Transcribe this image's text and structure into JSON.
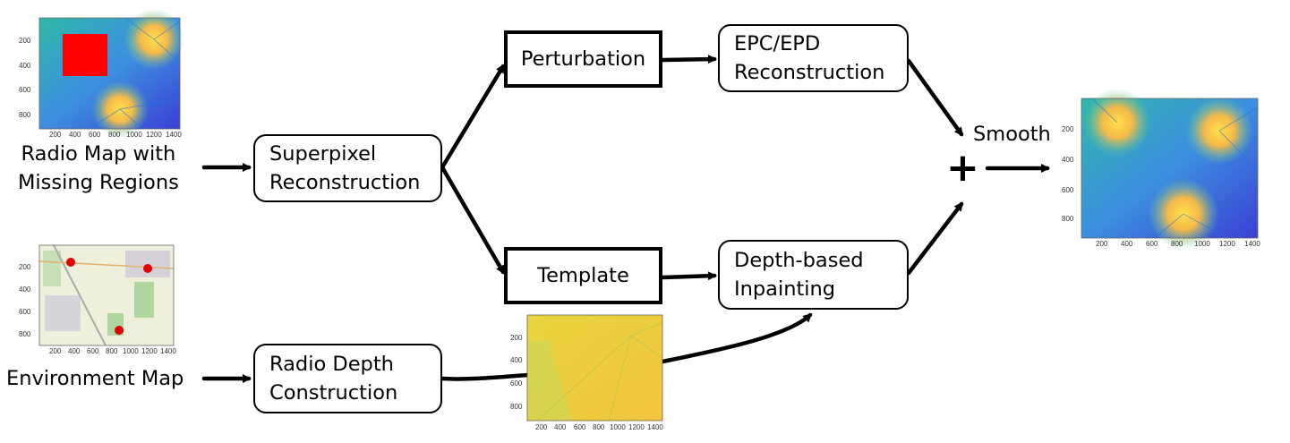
{
  "inputs": {
    "radio_map_label": "Radio Map with\nMissing Regions",
    "environment_map_label": "Environment Map"
  },
  "nodes": {
    "superpixel": "Superpixel\nReconstruction",
    "perturbation": "Perturbation",
    "epc_epd": "EPC/EPD\nReconstruction",
    "template": "Template",
    "depth_inpainting": "Depth-based\nInpainting",
    "radio_depth": "Radio Depth\nConstruction"
  },
  "merge": {
    "smooth_label": "Smooth",
    "plus_symbol": "+"
  },
  "plot_ticks": {
    "x": [
      "200",
      "400",
      "600",
      "800",
      "1000",
      "1200",
      "1400"
    ],
    "y": [
      "200",
      "400",
      "600",
      "800"
    ]
  },
  "colors": {
    "heatmap_low": "#3a3fd4",
    "heatmap_mid": "#2fb8a8",
    "heatmap_high": "#f5e33c",
    "mask_red": "#ff0000",
    "env_background": "#eef0dc",
    "env_green": "#9fd18f",
    "marker_red": "#e00000"
  }
}
